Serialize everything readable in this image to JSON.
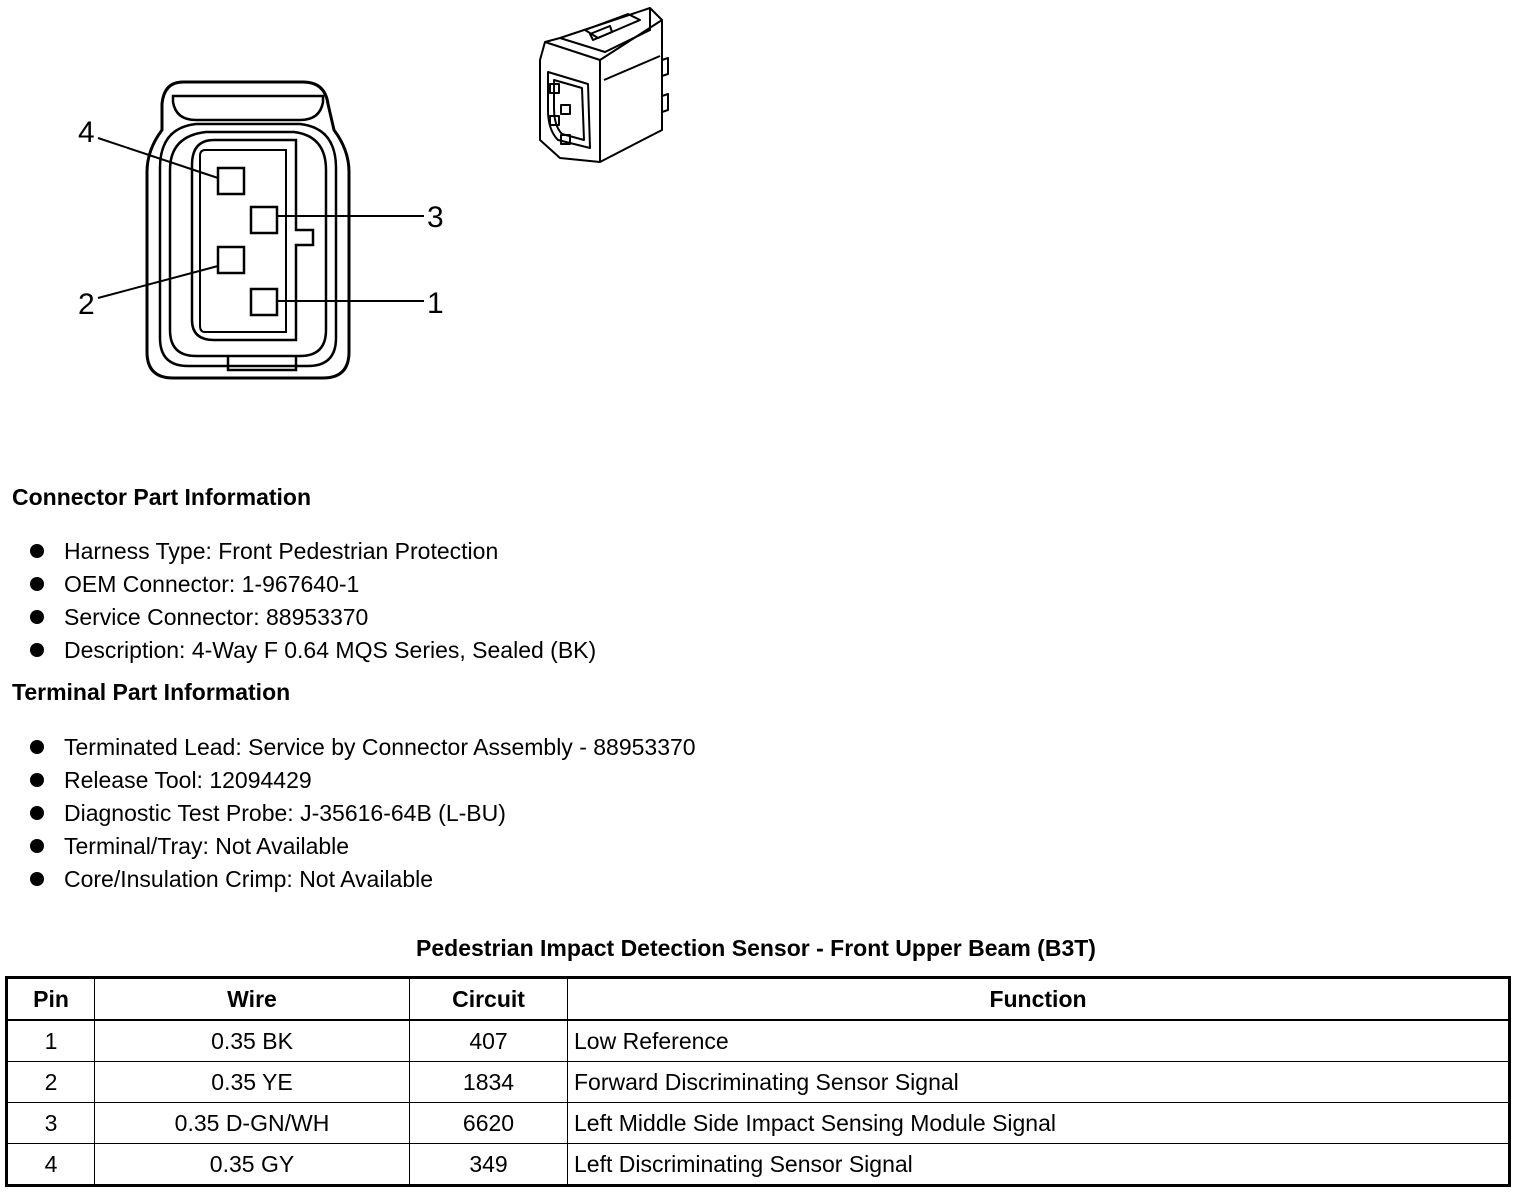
{
  "diagram": {
    "pin_labels": [
      "4",
      "3",
      "2",
      "1"
    ]
  },
  "connector_info": {
    "heading": "Connector Part Information",
    "items": [
      "Harness Type: Front Pedestrian Protection",
      "OEM Connector: 1-967640-1",
      "Service Connector: 88953370",
      "Description: 4-Way F 0.64 MQS Series, Sealed (BK)"
    ]
  },
  "terminal_info": {
    "heading": "Terminal Part Information",
    "items": [
      "Terminated Lead: Service by Connector Assembly - 88953370",
      "Release Tool: 12094429",
      "Diagnostic Test Probe: J-35616-64B (L-BU)",
      "Terminal/Tray: Not Available",
      "Core/Insulation Crimp: Not Available"
    ]
  },
  "pin_table": {
    "title": "Pedestrian Impact Detection Sensor - Front Upper Beam (B3T)",
    "headers": [
      "Pin",
      "Wire",
      "Circuit",
      "Function"
    ],
    "rows": [
      [
        "1",
        "0.35 BK",
        "407",
        "Low Reference"
      ],
      [
        "2",
        "0.35 YE",
        "1834",
        "Forward Discriminating Sensor Signal"
      ],
      [
        "3",
        "0.35 D-GN/WH",
        "6620",
        "Left Middle Side Impact Sensing Module Signal"
      ],
      [
        "4",
        "0.35 GY",
        "349",
        "Left Discriminating Sensor Signal"
      ]
    ]
  }
}
